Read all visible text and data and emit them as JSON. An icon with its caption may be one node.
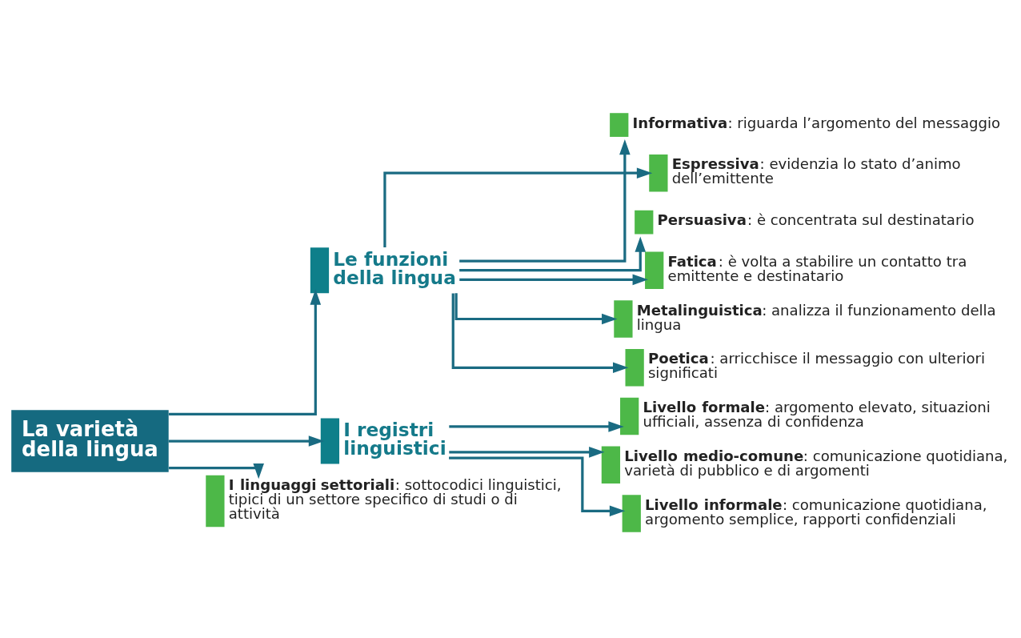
{
  "diagram": {
    "nodes": [
      {
        "text": [
          "La varietà della lingua"
        ]
      },
      {
        "text": [
          "Le funzioni della lingua"
        ]
      },
      {
        "text": [
          "**Informativa**: riguarda l’argomento del messaggio"
        ]
      },
      {
        "text": [
          "**Espressiva**: evidenzia lo stato d’animo dell’emittente"
        ]
      },
      {
        "text": [
          "**Persuasiva**: è concentrata sul destinatario"
        ]
      },
      {
        "text": [
          "**Fatica**: è volta a stabilire un contatto tra emittente e destinatario"
        ]
      },
      {
        "text": [
          "**Metalinguistica**: analizza il funzionamento della lingua"
        ]
      },
      {
        "text": [
          "**Poetica**: arricchisce il messaggio con ulteriori significati"
        ]
      },
      {
        "text": [
          "I registri linguistici"
        ]
      },
      {
        "text": [
          "**Livello formale**: argomento elevato, situazioni ufficiali, assenza di confidenza"
        ]
      },
      {
        "text": [
          "**Livello medio-comune**: comunicazione quotidiana, varietà di pubblico e di argomenti"
        ]
      },
      {
        "text": [
          "**Livello informale**: comunicazione quotidiana, argomento semplice, rapporti confidenziali"
        ]
      },
      {
        "text": [
          "**I linguaggi settoriali**: sottocodici linguistici, tipici di un settore specifico di studi o di attività"
        ]
      }
    ],
    "edges": [
      {
        "from": 0,
        "to": 1,
        "arrow": "to"
      },
      {
        "from": 0,
        "to": 8,
        "arrow": "to"
      },
      {
        "from": 0,
        "to": 12,
        "arrow": "to"
      },
      {
        "from": 1,
        "to": 2,
        "arrow": "to"
      },
      {
        "from": 1,
        "to": 3,
        "arrow": "to"
      },
      {
        "from": 1,
        "to": 4,
        "arrow": "to"
      },
      {
        "from": 1,
        "to": 5,
        "arrow": "to"
      },
      {
        "from": 1,
        "to": 6,
        "arrow": "to"
      },
      {
        "from": 1,
        "to": 7,
        "arrow": "to"
      },
      {
        "from": 8,
        "to": 9,
        "arrow": "to"
      },
      {
        "from": 8,
        "to": 10,
        "arrow": "to"
      },
      {
        "from": 8,
        "to": 11,
        "arrow": "to"
      }
    ]
  }
}
